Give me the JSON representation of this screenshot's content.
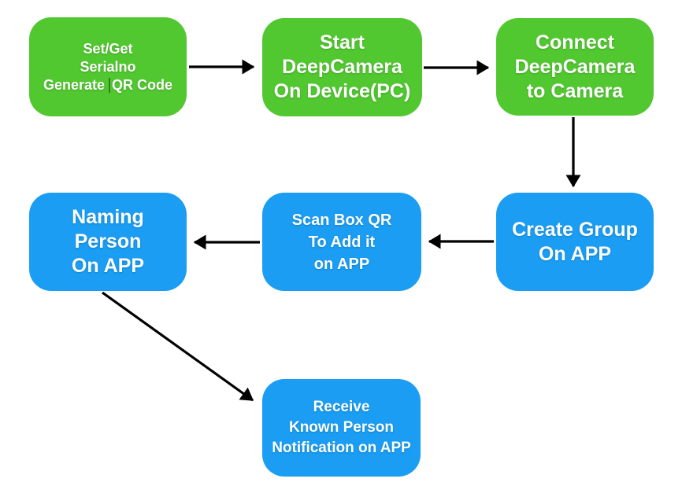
{
  "diagram": {
    "title": "DeepCamera setup flowchart",
    "palette": {
      "node_green": "#51c730",
      "node_blue": "#1a9df2",
      "arrow_color": "#000000",
      "text_color": "#ffffff",
      "background": "#ffffff"
    },
    "nodes": [
      {
        "id": "set-get-serialno",
        "color": "#51c730",
        "lines": [
          "Set/Get",
          "Serialno"
        ],
        "line3_before": "Generate",
        "line3_after": "QR Code"
      },
      {
        "id": "start-deepcamera",
        "color": "#51c730",
        "lines": [
          "Start",
          "DeepCamera",
          "On Device(PC)"
        ]
      },
      {
        "id": "connect-deepcamera",
        "color": "#51c730",
        "lines": [
          "Connect",
          "DeepCamera",
          "to Camera"
        ]
      },
      {
        "id": "create-group",
        "color": "#1a9df2",
        "lines": [
          "Create Group",
          "On APP"
        ]
      },
      {
        "id": "scan-box-qr",
        "color": "#1a9df2",
        "lines": [
          "Scan Box QR",
          "To Add it",
          "on APP"
        ]
      },
      {
        "id": "naming-person",
        "color": "#1a9df2",
        "lines": [
          "Naming",
          "Person",
          "On APP"
        ]
      },
      {
        "id": "receive-notification",
        "color": "#1a9df2",
        "lines": [
          "Receive",
          "Known Person",
          "Notification on APP"
        ]
      }
    ],
    "edges": [
      {
        "from": "set-get-serialno",
        "to": "start-deepcamera"
      },
      {
        "from": "start-deepcamera",
        "to": "connect-deepcamera"
      },
      {
        "from": "connect-deepcamera",
        "to": "create-group"
      },
      {
        "from": "create-group",
        "to": "scan-box-qr"
      },
      {
        "from": "scan-box-qr",
        "to": "naming-person"
      },
      {
        "from": "naming-person",
        "to": "receive-notification"
      }
    ]
  }
}
